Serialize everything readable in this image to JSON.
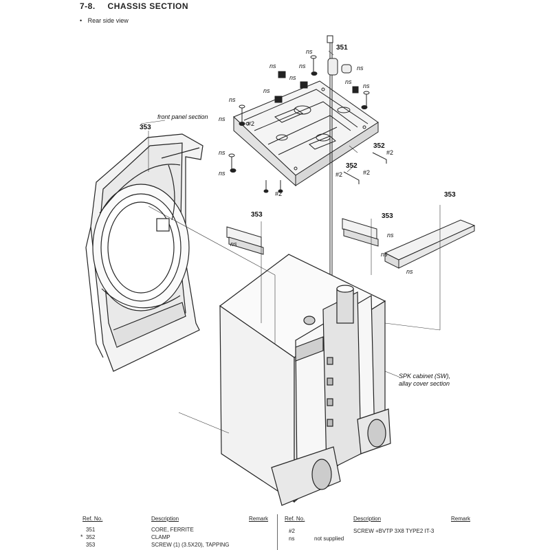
{
  "header": {
    "section_number": "7-8.",
    "section_title": "CHASSIS  SECTION",
    "view_label": "Rear side view"
  },
  "callouts": {
    "c351": "351",
    "c352": "352",
    "c353": "353",
    "ns": "ns",
    "h2": "#2",
    "front_panel": "front panel section",
    "spk_cabinet_line1": "SPK cabinet (SW),",
    "spk_cabinet_line2": "allay cover section"
  },
  "parts_table": {
    "headers": {
      "ref": "Ref. No.",
      "desc": "Description",
      "remark": "Remark"
    },
    "left_rows": [
      {
        "ref": "351",
        "desc": "CORE, FERRITE",
        "remark": ""
      },
      {
        "ref": "352",
        "desc": "CLAMP",
        "remark": ""
      },
      {
        "ref": "353",
        "desc": "SCREW (1) (3.5X20), TAPPING",
        "remark": ""
      }
    ],
    "right_rows": [
      {
        "ref": "#2",
        "desc": "SCREW +BVTP 3X8 TYPE2 IT-3",
        "remark": ""
      },
      {
        "ref": "ns",
        "desc": "not supplied",
        "remark": ""
      }
    ],
    "marked_symbol": "*"
  }
}
